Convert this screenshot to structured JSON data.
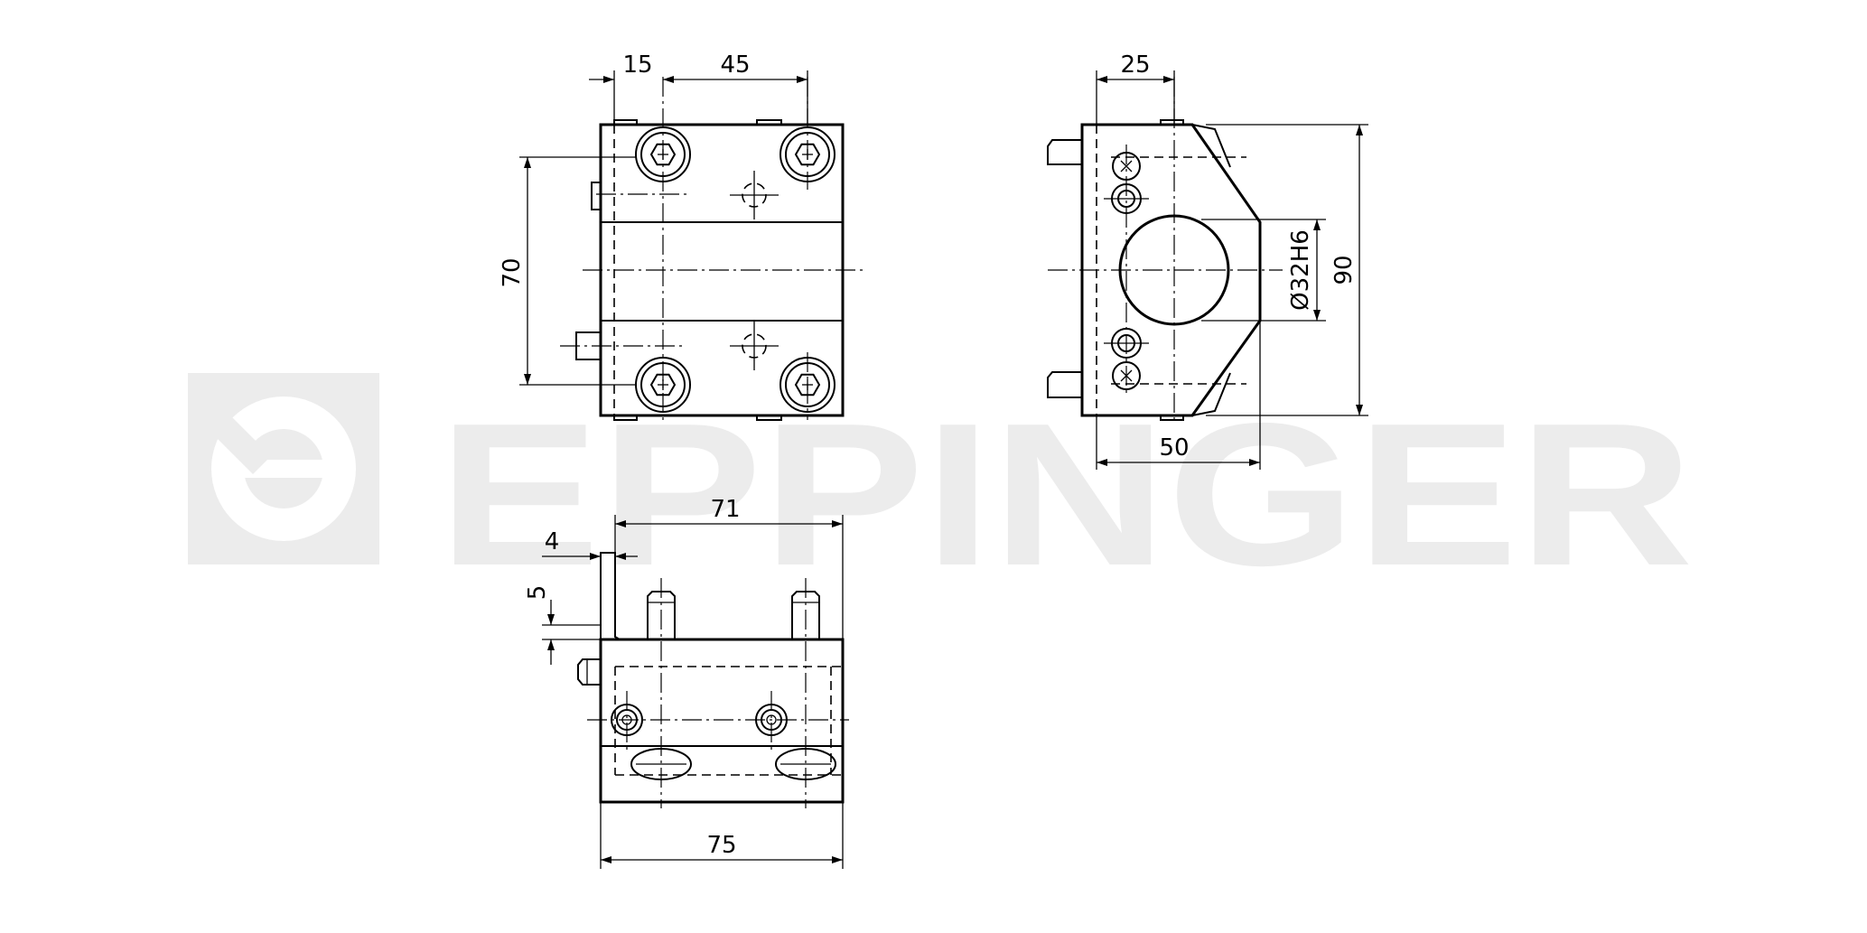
{
  "watermark": {
    "brand": "EPPINGER",
    "color": "#ececec"
  },
  "views": {
    "top": {
      "dim_offset": "15",
      "dim_spacing": "45",
      "dim_height": "70"
    },
    "side": {
      "dim_offset": "25",
      "dim_bore": "Ø32H6",
      "dim_height": "90",
      "dim_width": "50"
    },
    "front": {
      "dim_length": "71",
      "dim_flange": "4",
      "dim_step": "5",
      "dim_total": "75"
    }
  }
}
